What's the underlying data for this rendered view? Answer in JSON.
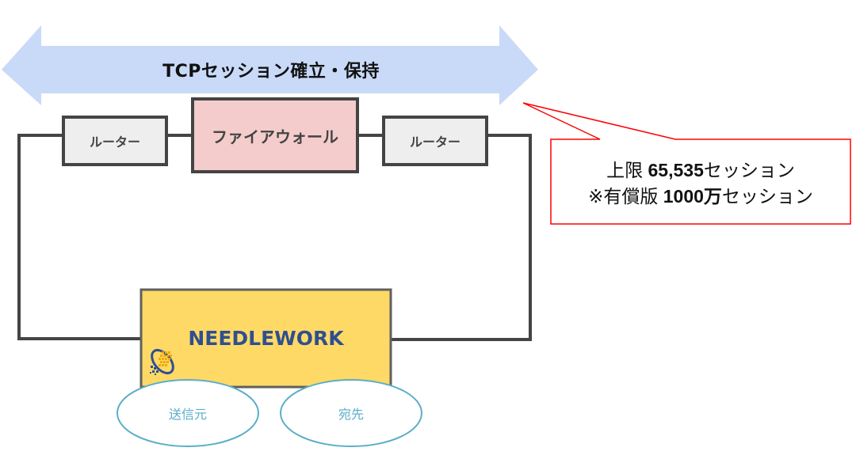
{
  "diagram": {
    "session_arrow": {
      "label": "TCPセッション確立・保持",
      "color": "#c9daf8"
    },
    "nodes": {
      "router_left": {
        "label": "ルーター",
        "fill": "#eeeeee"
      },
      "firewall": {
        "label": "ファイアウォール",
        "fill": "#f4cccc"
      },
      "router_right": {
        "label": "ルーター",
        "fill": "#eeeeee"
      },
      "needlework": {
        "label": "NEEDLEWORK",
        "fill": "#ffd966",
        "logo_icon": "needlework-logo-icon"
      }
    },
    "ports": {
      "source": {
        "label": "送信元"
      },
      "destination": {
        "label": "宛先"
      }
    },
    "callout": {
      "line1": {
        "prefix": "上限 ",
        "value": "65,535",
        "suffix": "セッション"
      },
      "line2": {
        "prefix": "※有償版 ",
        "value": "1000万",
        "suffix": "セッション"
      },
      "border_color": "#ff0000"
    },
    "colors": {
      "wire": "#444444",
      "ellipse_stroke": "#5aaec8",
      "needlework_text": "#2f4f8f"
    }
  }
}
